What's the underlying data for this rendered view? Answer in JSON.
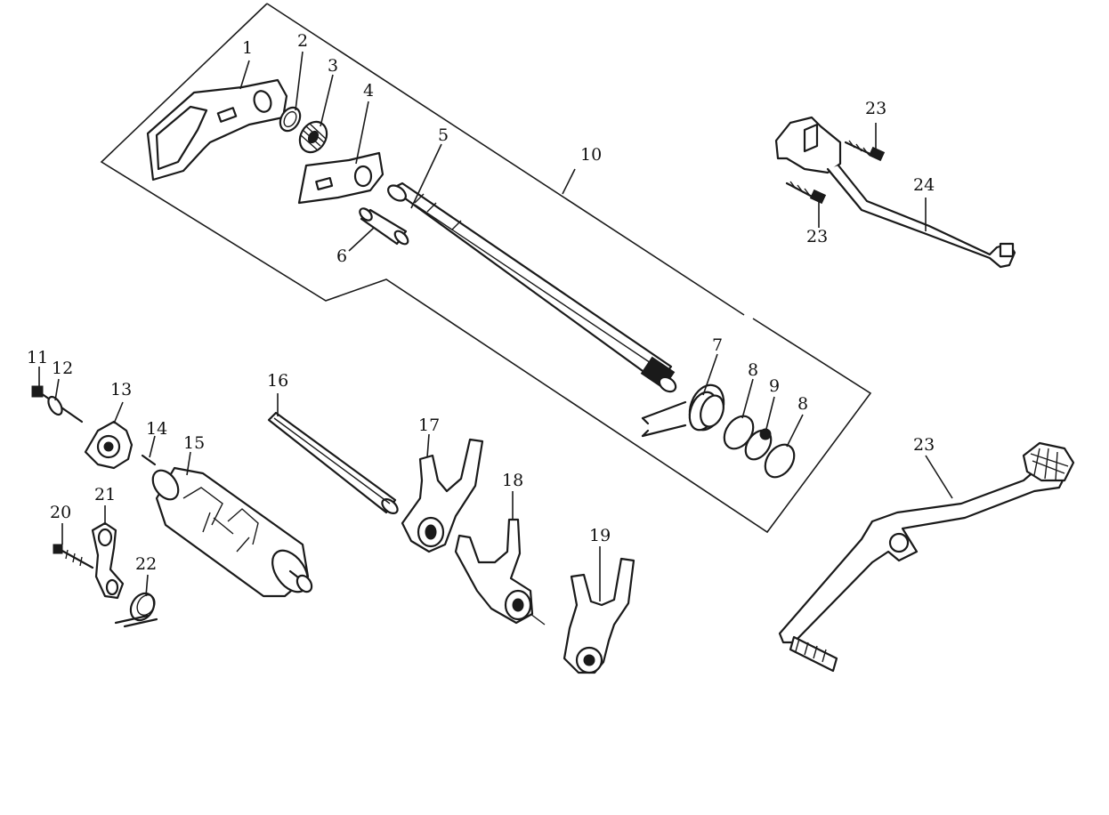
{
  "diagram": {
    "labels": {
      "p1": "1",
      "p2": "2",
      "p3": "3",
      "p4": "4",
      "p5": "5",
      "p6": "6",
      "p7": "7",
      "p8a": "8",
      "p8b": "8",
      "p9": "9",
      "p10": "10",
      "p11": "11",
      "p12": "12",
      "p13": "13",
      "p14": "14",
      "p15": "15",
      "p16": "16",
      "p17": "17",
      "p18": "18",
      "p19": "19",
      "p20": "20",
      "p21": "21",
      "p22": "22",
      "p23a": "23",
      "p23b": "23",
      "p23c": "23",
      "p24": "24"
    }
  }
}
